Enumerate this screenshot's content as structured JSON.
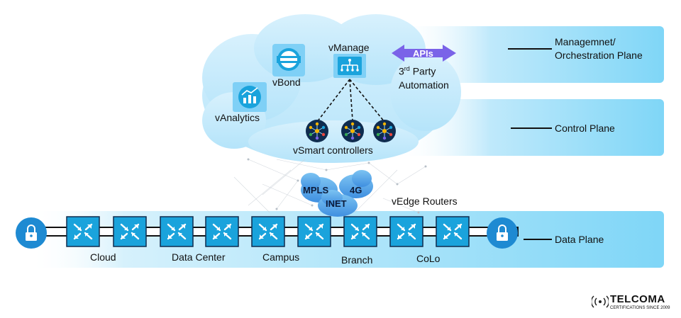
{
  "planes": {
    "management": {
      "line1": "Managemnet/",
      "line2": "Orchestration Plane"
    },
    "control": "Control Plane",
    "data": "Data Plane"
  },
  "components": {
    "vbond": "vBond",
    "vmanage": "vManage",
    "vanalytics": "vAnalytics",
    "vsmart": "vSmart controllers",
    "apis": "APIs",
    "third_party_sup": "rd",
    "third_party_num": "3",
    "third_party_word": "Party",
    "automation": "Automation"
  },
  "transport": {
    "mpls": "MPLS",
    "lte": "4G",
    "inet": "INET",
    "vedge": "vEdge Routers"
  },
  "sites": [
    "Cloud",
    "Data Center",
    "Campus",
    "Branch",
    "CoLo"
  ],
  "brand": {
    "name": "TELCOMA",
    "tagline": "CERTIFICATIONS SINCE 2009"
  },
  "colors": {
    "band": "#7fd6f7",
    "router": "#1aa3dc",
    "node": "#0f2c4f",
    "apis": "#7a63e8",
    "lock": "#1e8ad2"
  }
}
